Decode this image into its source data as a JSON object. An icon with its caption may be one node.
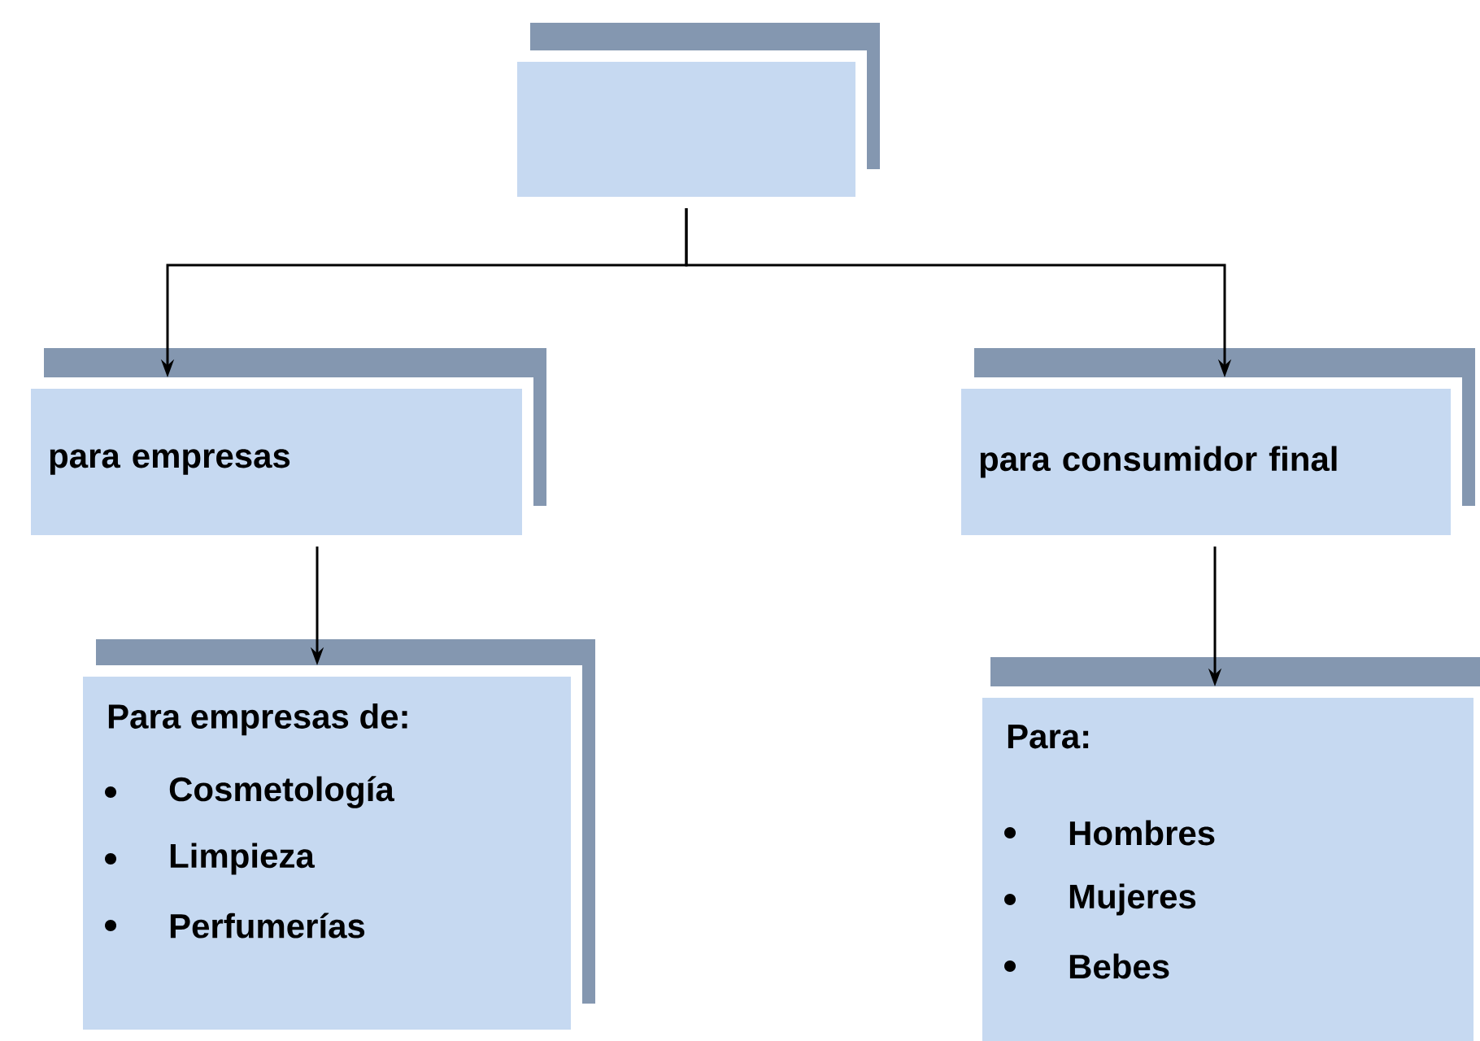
{
  "diagram": {
    "nodes": [
      {
        "text": [],
        "shape": "box"
      },
      {
        "text": [
          "para empresas"
        ]
      },
      {
        "text": [
          "para consumidor final"
        ]
      },
      {
        "text": [
          "Para empresas de:",
          "Cosmetología",
          "Limpieza",
          "Perfumerías"
        ]
      },
      {
        "text": [
          "Para:",
          "Hombres",
          "Mujeres",
          "Bebes"
        ]
      }
    ],
    "edges": [
      {
        "from": 0,
        "to": 1,
        "arrow": "to"
      },
      {
        "from": 0,
        "to": 2,
        "arrow": "to"
      },
      {
        "from": 1,
        "to": 3,
        "arrow": "to"
      },
      {
        "from": 2,
        "to": 4,
        "arrow": "to"
      }
    ]
  }
}
